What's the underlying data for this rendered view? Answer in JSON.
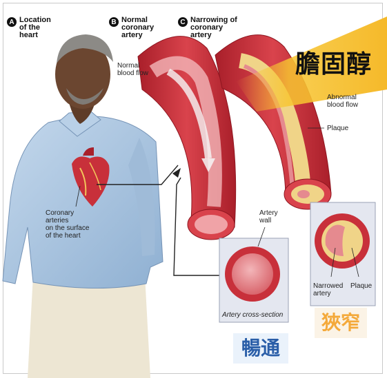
{
  "panels": {
    "a": {
      "badge": "A",
      "title": "Location\nof the\nheart"
    },
    "b": {
      "badge": "B",
      "title": "Normal\ncoronary\nartery"
    },
    "c": {
      "badge": "C",
      "title": "Narrowing of\ncoronary\nartery"
    }
  },
  "labels": {
    "normal_blood_flow": "Normal\nblood flow",
    "abnormal_blood_flow": "Abnormal\nblood flow",
    "plaque": "Plaque",
    "coronary_arteries": "Coronary\narteries\non the surface\nof the heart",
    "artery_wall": "Artery\nwall",
    "artery_cross_section": "Artery cross-section",
    "narrowed_artery": "Narrowed\nartery",
    "plaque_cross": "Plaque"
  },
  "chinese": {
    "cholesterol": "膽固醇",
    "unobstructed": "暢通",
    "narrow": "狹窄"
  },
  "colors": {
    "artery_red": "#c8303a",
    "artery_pink": "#e58a8f",
    "plaque_yellow": "#f0d488",
    "banner_yellow": "#f7c531",
    "shirt_blue": "#a9c4de",
    "skin": "#6b4630",
    "blue_text": "#2a5ea8",
    "orange_text": "#f4a93a"
  }
}
